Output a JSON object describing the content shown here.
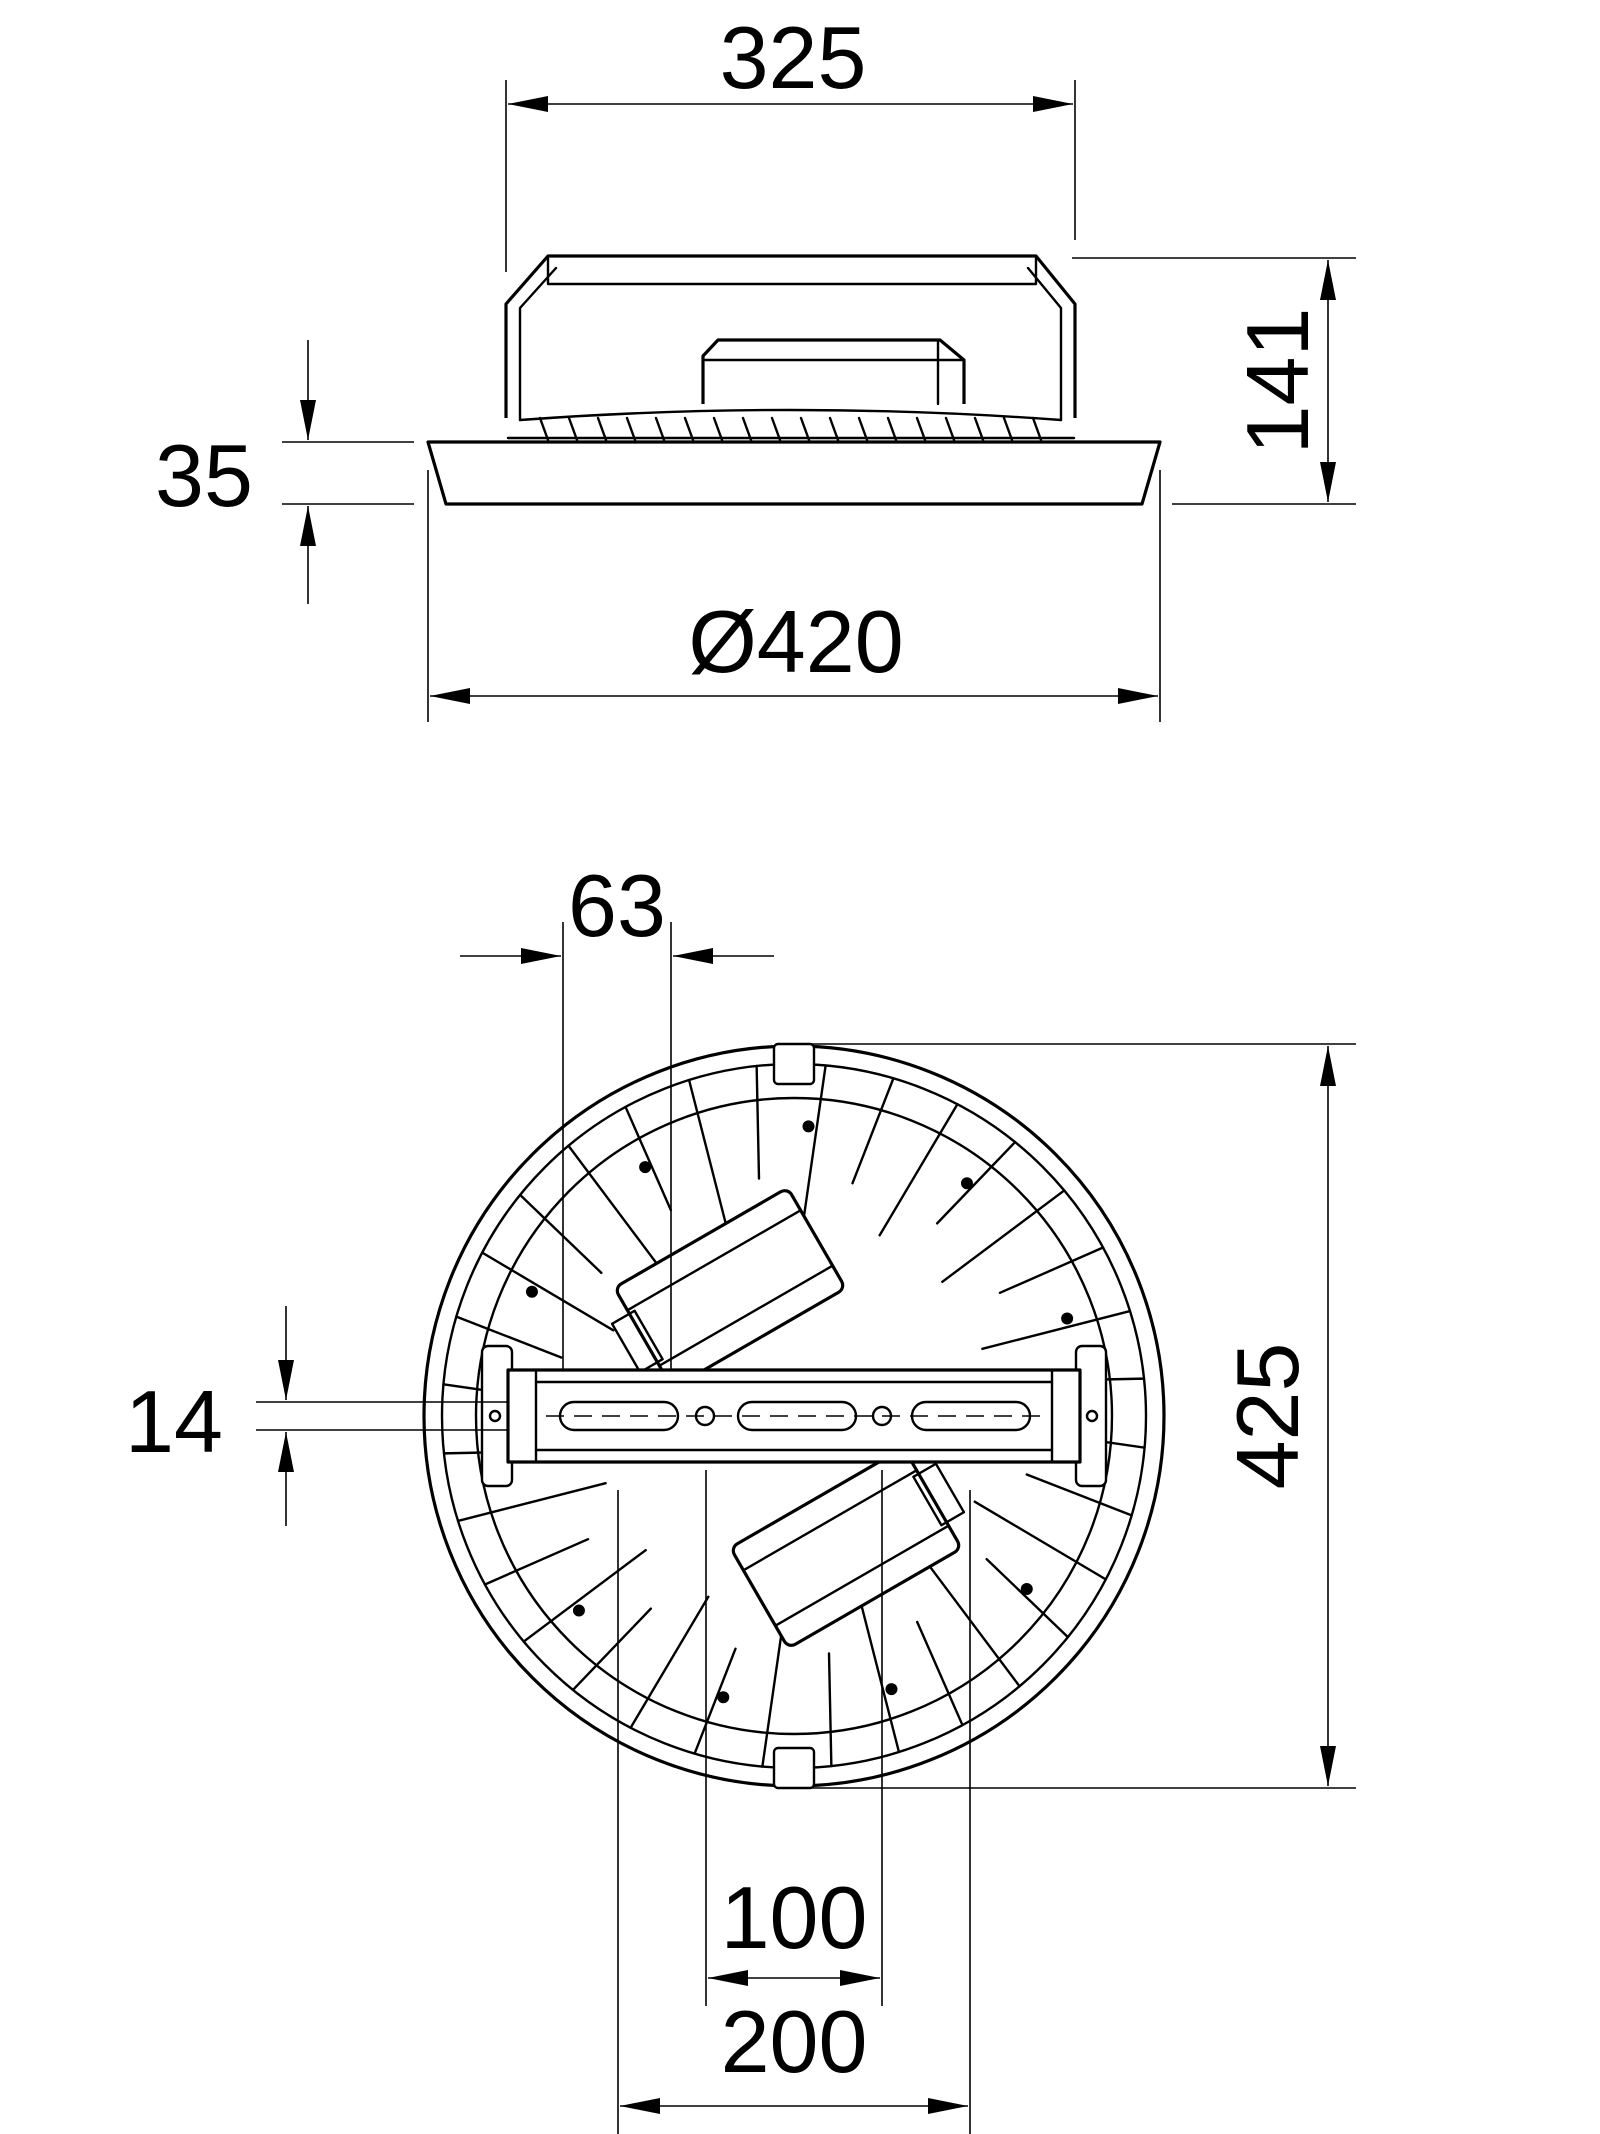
{
  "dimensions": {
    "top_width": "325",
    "side_height": "141",
    "rim_height": "35",
    "outer_diameter": "Ø420",
    "slot_spacing": "63",
    "slot_width": "14",
    "overall_height": "425",
    "inner_spacing": "100",
    "outer_spacing": "200"
  }
}
